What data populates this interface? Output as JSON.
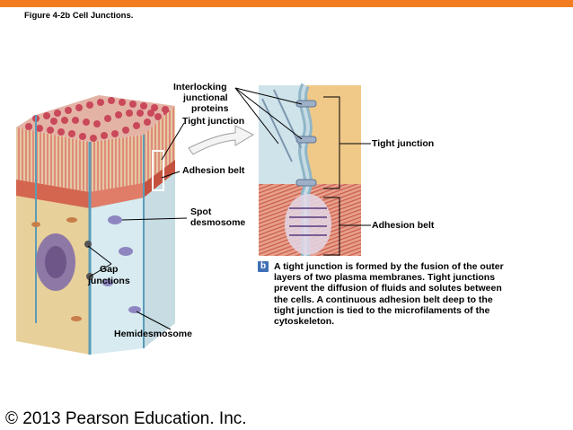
{
  "figure_title": "Figure 4-2b  Cell Junctions.",
  "labels": {
    "interlocking_1": "Interlocking",
    "interlocking_2": "junctional",
    "interlocking_3": "proteins",
    "tight_junction_left": "Tight junction",
    "adhesion_belt_left": "Adhesion belt",
    "spot_desmosome_1": "Spot",
    "spot_desmosome_2": "desmosome",
    "gap_junctions_1": "Gap",
    "gap_junctions_2": "junctions",
    "hemidesmosome": "Hemidesmosome",
    "tight_junction_right": "Tight junction",
    "adhesion_belt_right": "Adhesion belt"
  },
  "panel_badge": "b",
  "caption_lines": [
    "A tight junction is formed by the fusion of the outer",
    "layers of two plasma membranes. Tight junctions",
    "prevent the diffusion of fluids and solutes between",
    "the cells. A continuous adhesion belt deep to the",
    "tight junction is tied to the microfilaments of the",
    "cytoskeleton."
  ],
  "copyright": "© 2013 Pearson Education. Inc.",
  "colors": {
    "accent_bar": "#f47c20",
    "badge": "#3f6fb4",
    "microvilli": "#c9485a",
    "adhesion_band": "#d4664f",
    "cell_body": "#e9d3a2",
    "cell_front": "#dfeef2",
    "membrane": "#5b9bb8"
  }
}
